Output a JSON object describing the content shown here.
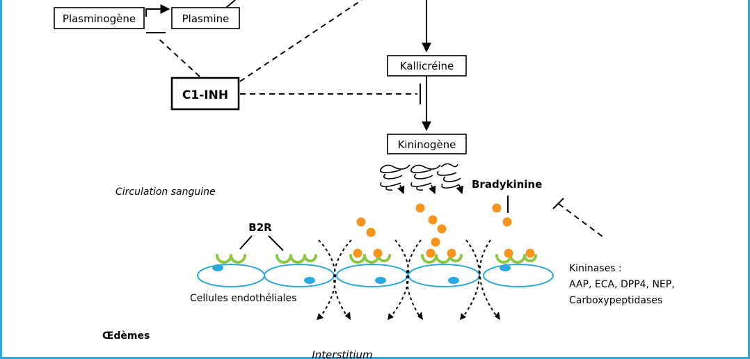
{
  "nodes": {
    "plasminogene": "Plasminogène",
    "plasmine": "Plasmine",
    "c1inh": "C1-INH",
    "kallicreine": "Kallicréine",
    "kininogene": "Kininogène"
  },
  "labels": {
    "bradykinine": "Bradykinine",
    "circulation": "Circulation sanguine",
    "b2r": "B2R",
    "cellules": "Cellules endothéliales",
    "oedemes": "Œdèmes",
    "interstitium": "Interstitium",
    "kininases": [
      "Kininases :",
      "AAP, ECA, DPP4, NEP,",
      "Carboxypeptidases"
    ]
  },
  "colors": {
    "frame": "#29a8e0",
    "cell_stroke": "#29a8e0",
    "nucleus": "#29a8e0",
    "receptor": "#8dc63f",
    "bradykinin": "#f7941d"
  }
}
